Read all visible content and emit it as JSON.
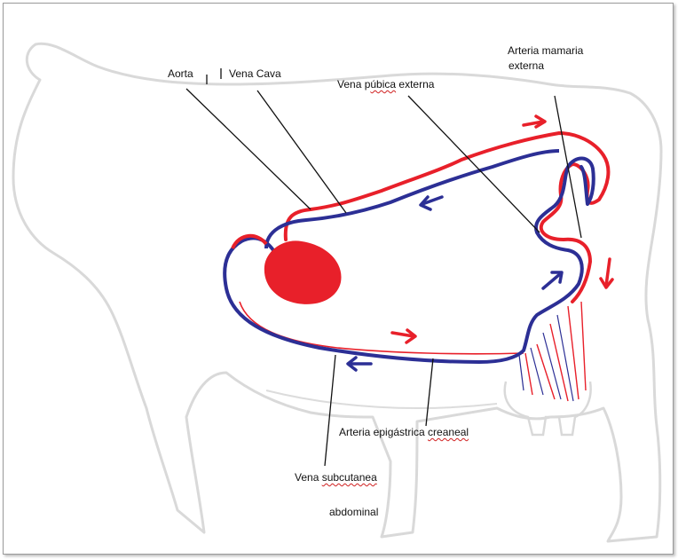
{
  "labels": {
    "aorta": "Aorta",
    "vena_cava": "Vena Cava",
    "vena_pubica_prefix": "Vena p",
    "vena_pubica_squig": "úbica",
    "vena_pubica_suffix": " externa",
    "arteria_mamaria_line1": "Arteria mamaria",
    "arteria_mamaria_line2": "externa",
    "arteria_epigastrica_prefix": "Arteria epigástrica ",
    "arteria_epigastrica_squig": "creaneal",
    "vena_subcutanea_prefix": "Vena ",
    "vena_subcutanea_squig": "subcutanea",
    "vena_subcutanea_line2": "abdominal"
  },
  "colors": {
    "artery": "#e8202a",
    "vein": "#2c2f95",
    "heart": "#e8202a",
    "outline": "#d9d9d9",
    "leader": "#111111"
  },
  "icons": {
    "flow_arrow": "arrow-icon",
    "heart": "heart-icon"
  }
}
